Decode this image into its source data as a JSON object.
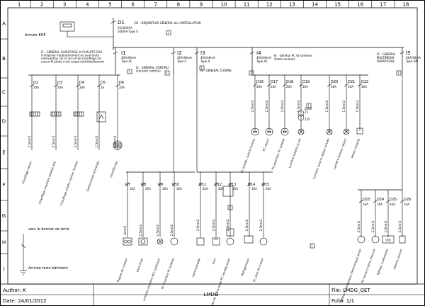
{
  "columns": [
    "1",
    "2",
    "3",
    "4",
    "5",
    "6",
    "7",
    "8",
    "9",
    "10",
    "11",
    "12",
    "13",
    "14",
    "15",
    "16",
    "17",
    "18"
  ],
  "rows": [
    "A",
    "B",
    "C",
    "D",
    "E",
    "F",
    "G",
    "H",
    "I"
  ],
  "title_block": {
    "author": "Author: K",
    "date": "Date: 24/01/2012",
    "project": "LMDG",
    "file": "File: LMDG_QET",
    "folio": "Folio: 1/1"
  },
  "notes": {
    "arrivee_edf": "Arrivée EDF",
    "bornier": "vers le bornier de terre",
    "terre": "Arrivée terre bâtiment",
    "i1_desc": [
      "I1 : GENERAL CHAUFFAGE et CHAUFFE-EAU",
      "A disposer impérativement en aval toute",
      "intervention sur le circuit de chauffage car",
      "aucun fil pilote n'est coupé individuellement"
    ],
    "i2_desc": [
      "I2 : GENERAL CONTINU",
      "(courant continu)"
    ],
    "i3_desc": "I3 : GENERAL CUISINE",
    "i4_desc": [
      "I4 : Général PC et lumières",
      "Volets roulants"
    ],
    "i5_desc": [
      "I5 : GENERAL",
      "MULTIMEDIA",
      "DOMOTIQUE"
    ],
    "d1_desc": "D1 : DISJONTEUR GÉNÉRAL de L'INSTALLATION",
    "d1_rating": [
      "15/30/45A",
      "500mA Type S"
    ],
    "marker": "?"
  },
  "main_devices": [
    {
      "id": "D1"
    },
    {
      "id": "I1",
      "rating": [
        "40A/30mA",
        "Type AC"
      ]
    },
    {
      "id": "I2",
      "rating": [
        "40A/30mA",
        "Type A"
      ]
    },
    {
      "id": "I3",
      "rating": [
        "40A/30mA",
        "Type A"
      ]
    },
    {
      "id": "I4",
      "rating": [
        "40A/30mA",
        "Type AC"
      ]
    },
    {
      "id": "I5",
      "rating": [
        "40A/30mA",
        "Type HPI"
      ]
    }
  ],
  "circuits_top": [
    {
      "id": "D2",
      "rating": "20A",
      "cable": "2,5mm2",
      "label": "Chauffage séjour"
    },
    {
      "id": "D3",
      "rating": "20A",
      "cable": "2,5mm2",
      "label": "Chauffage chambre toilette, WC"
    },
    {
      "id": "D4",
      "rating": "20A",
      "cable": "2,5mm2",
      "label": "Chauffage entrée cuisine, bureau"
    },
    {
      "id": "D5",
      "rating": "2A",
      "cable": "1,5mm2",
      "label": "Gestionnaire d'énergie"
    },
    {
      "id": "D6",
      "rating": "20A",
      "cable": "2,5mm2",
      "label": "Chauffe-eau"
    },
    {
      "id": "D16",
      "rating": "20A",
      "cable": "2,5mm2",
      "label": "PC entrée, cuisine bureau"
    },
    {
      "id": "D17",
      "rating": "20A",
      "cable": "2,5mm2",
      "label": "PC séjour"
    },
    {
      "id": "D18",
      "rating": "20A",
      "cable": "2,5mm2",
      "label": "PC extérieur PC toilette"
    },
    {
      "id": "D19",
      "rating": "16A",
      "cable": "1,5mm2",
      "label": "Lumière toilette (12V)"
    },
    {
      "id": "D20",
      "rating": "16A",
      "cable": "1,5mm2",
      "label": "Lumière cuisine, séjour entrée"
    },
    {
      "id": "D21",
      "rating": "16A",
      "cable": "1,5mm2",
      "label": "Lumière bureau, séjour"
    },
    {
      "id": "D22",
      "rating": "16A",
      "cable": "1,5mm2",
      "label": "Volets roulants"
    }
  ],
  "circuits_bottom": [
    {
      "id": "D7",
      "rating": "32A",
      "cable": "6mm2",
      "label": "Plaque de cuisson"
    },
    {
      "id": "D8",
      "rating": "20A",
      "cable": "2,5mm2",
      "label": "Lave-linge"
    },
    {
      "id": "D9",
      "rating": "16A",
      "cable": "1,5mm2",
      "label": "Lumière chambre WC, extérieur"
    },
    {
      "id": "D10",
      "rating": "16A",
      "cable": "2,5mm2",
      "label": "PC chambre PC toilette"
    },
    {
      "id": "D11",
      "rating": "20A",
      "cable": "2,5mm2",
      "label": "Lave-vaisselle"
    },
    {
      "id": "D12",
      "rating": "20A",
      "cable": "2,5mm2",
      "label": "Four"
    },
    {
      "id": "D13",
      "rating": "20A",
      "cable": "2,5mm2",
      "label": "Hotte PC micro-onde PC meuble-évier"
    },
    {
      "id": "D14",
      "rating": "16A",
      "cable": "2,5mm2",
      "label": "Réfrigérateur"
    },
    {
      "id": "D15",
      "rating": "20A",
      "cable": "2,5mm2",
      "label": "PC plan de travail"
    },
    {
      "id": "D23",
      "rating": "16A",
      "cable": "2,5mm2",
      "label": "Tableau informatique électronique audio"
    },
    {
      "id": "D24",
      "rating": "16A",
      "cable": "2,5mm2",
      "label": "PC home-cinéma Internet"
    },
    {
      "id": "D25",
      "rating": "10A",
      "cable": "1,5mm2",
      "label": "Tableau multimédia"
    },
    {
      "id": "D26",
      "rating": "16A",
      "cable": "2,5mm2",
      "label": "Alarme, portier"
    }
  ],
  "symbols": {
    "vdi": "VDI",
    "transfo_v1": "230V",
    "transfo_v2": "12V",
    "transfo": "T1"
  }
}
